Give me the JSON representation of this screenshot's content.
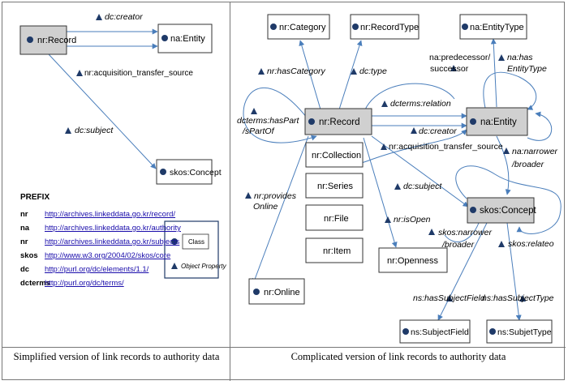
{
  "left": {
    "nodes": {
      "record": "nr:Record",
      "entity": "na:Entity",
      "concept": "skos:Concept"
    },
    "edges": {
      "creator": "dc:creator",
      "acq": "nr:acquisition_transfer_source",
      "subject": "dc:subject"
    },
    "prefix_title": "PREFIX",
    "prefixes": [
      {
        "key": "nr",
        "url": "http://archives.linkeddata.go.kr/record/"
      },
      {
        "key": "na",
        "url": "http://archives.linkeddata.go.kr/authority"
      },
      {
        "key": "nr",
        "url": "http://archives.linkeddata.go.kr/subjects"
      },
      {
        "key": "skos",
        "url": "http://www.w3.org/2004/02/skos/core"
      },
      {
        "key": "dc",
        "url": "http://purl.org/dc/elements/1.1/"
      },
      {
        "key": "dcterms",
        "url": "http://purl.org/dc/terms/"
      }
    ],
    "legend": {
      "class": "Class",
      "property": "Object Property"
    },
    "caption": "Simplified version of link records to authority data"
  },
  "right": {
    "nodes": {
      "category": "nr:Category",
      "recordtype": "nr:RecordType",
      "entitytype": "na:EntityType",
      "record": "nr:Record",
      "entity": "na:Entity",
      "concept": "skos:Concept",
      "collection": "nr:Collection",
      "series": "nr:Series",
      "file": "nr:File",
      "item": "nr:Item",
      "openness": "nr:Openness",
      "online": "nr:Online",
      "subjectfield": "ns:SubjectField",
      "subjecttype": "ns:SubjetType"
    },
    "edges": {
      "hascategory": "nr:hasCategory",
      "type": "dc:type",
      "haspart_1": "dcterms:hasPart",
      "haspart_2": "/sPartOf",
      "relation": "dcterms:relation",
      "creator": "dc:creator",
      "acq": "nr:acquisition_transfer_source",
      "predecessor_1": "na:predecessor/",
      "predecessor_2": "successor",
      "hasentitytype_1": "na:has",
      "hasentitytype_2": "EntityType",
      "narrower_1": "na:narrower",
      "narrower_2": "/broader",
      "subject": "dc:subject",
      "isopen": "nr:isOpen",
      "provides_1": "nr:provides",
      "provides_2": "Online",
      "skosnarrower_1": "skos:narrower",
      "skosnarrower_2": "/broader",
      "related": "skos:relateo",
      "hassubjectfield": "ns:hasSubjectField",
      "hassubjecttype": "ns:hasSubjectType"
    },
    "caption": "Complicated version of link records to authority data"
  },
  "colors": {
    "node_fill_gray": "#d0d0d0",
    "node_border": "#1f3a68",
    "marker": "#1f3a68",
    "edge": "#4a7ebb"
  }
}
